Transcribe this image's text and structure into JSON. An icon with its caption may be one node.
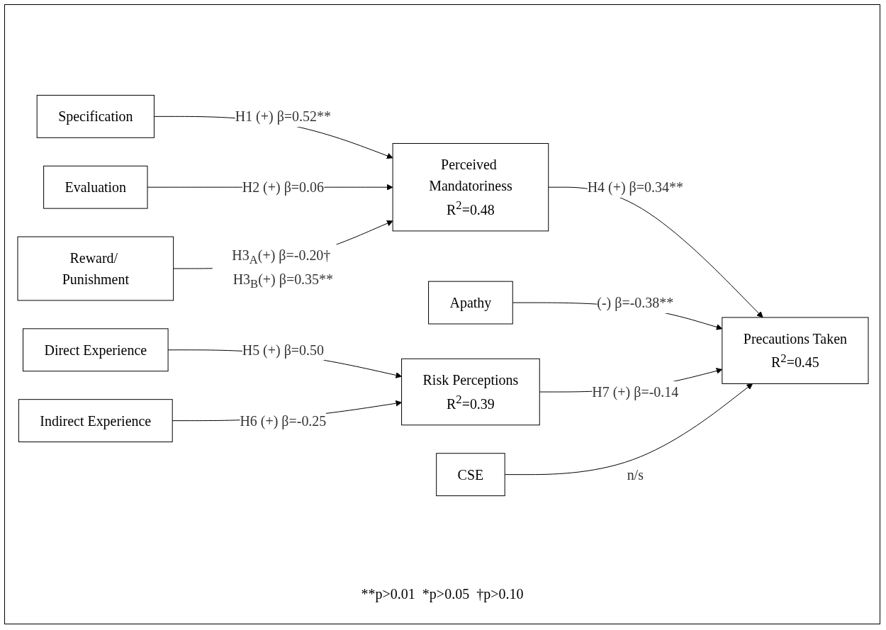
{
  "diagram": {
    "nodes": [
      {
        "text": [
          "Specification"
        ]
      },
      {
        "text": [
          "Evaluation"
        ]
      },
      {
        "text": [
          "Reward/ Punishment"
        ]
      },
      {
        "text": [
          "Perceived Mandatoriness",
          "R$^{2}$=0.48"
        ]
      },
      {
        "text": [
          "Apathy"
        ]
      },
      {
        "text": [
          "Precautions Taken",
          "R$^{2}$=0.45"
        ]
      },
      {
        "text": [
          "Direct Experience"
        ]
      },
      {
        "text": [
          "Indirect Experience"
        ]
      },
      {
        "text": [
          "Risk Perceptions",
          "R$^{2}$=0.39"
        ]
      },
      {
        "text": [
          "CSE"
        ]
      }
    ],
    "edges": [
      {
        "from": 0,
        "to": 3,
        "arrow": "to",
        "label": "H1 (+) β=0.52**"
      },
      {
        "from": 1,
        "to": 3,
        "arrow": "to",
        "label": "H2 (+) β=0.06"
      },
      {
        "from": 2,
        "to": 3,
        "arrow": "to",
        "label": "H3$_{A}$(+) β=-0.20† H3$_{B}$(+) β=0.35**"
      },
      {
        "from": 3,
        "to": 5,
        "arrow": "to",
        "label": "H4 (+) β=0.34**"
      },
      {
        "from": 4,
        "to": 5,
        "arrow": "to",
        "label": "(-) β=-0.38**"
      },
      {
        "from": 6,
        "to": 8,
        "arrow": "to",
        "label": "H5 (+) β=0.50"
      },
      {
        "from": 7,
        "to": 8,
        "arrow": "to",
        "label": "H6 (+) β=-0.25"
      },
      {
        "from": 8,
        "to": 5,
        "arrow": "to",
        "label": "H7 (+) β=-0.14"
      },
      {
        "from": 9,
        "to": 5,
        "arrow": "to",
        "label": "n/s"
      }
    ],
    "labels": [
      "**p>0.01  *p>0.05  †p>0.10"
    ]
  }
}
